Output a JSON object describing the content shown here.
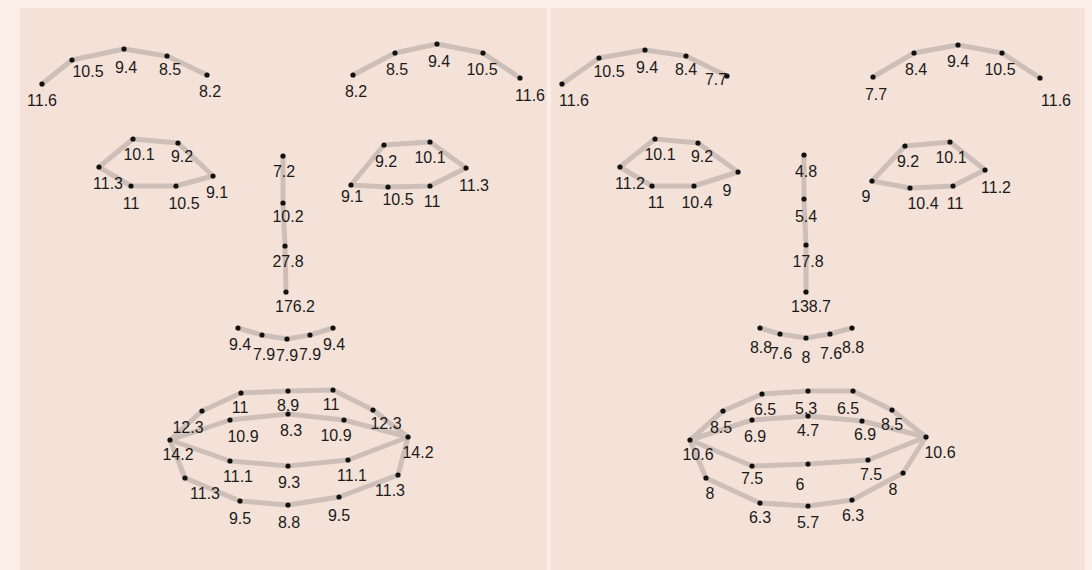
{
  "diagram": {
    "labels": [
      "11.6",
      "10.5",
      "9.4",
      "8.5",
      "8.2",
      "8.2",
      "8.5",
      "9.4",
      "10.5",
      "11.6",
      "11.3",
      "10.1",
      "9.2",
      "9.1",
      "10.5",
      "11",
      "9.1",
      "9.2",
      "10.1",
      "11.3",
      "11",
      "10.5",
      "7.2",
      "10.2",
      "27.8",
      "176.2",
      "9.4",
      "7.9",
      "7.9",
      "7.9",
      "9.4",
      "12.3",
      "11",
      "8.9",
      "11",
      "12.3",
      "10.9",
      "8.3",
      "10.9",
      "14.2",
      "14.2",
      "11.1",
      "9.3",
      "11.1",
      "11.3",
      "9.5",
      "8.8",
      "9.5",
      "11.3",
      "11.6",
      "10.5",
      "9.4",
      "8.4",
      "7.7",
      "7.7",
      "8.4",
      "9.4",
      "10.5",
      "11.6",
      "11.2",
      "10.1",
      "9.2",
      "9",
      "11",
      "10.4",
      "9",
      "9.2",
      "10.1",
      "11.2",
      "10.4",
      "11",
      "4.8",
      "5.4",
      "17.8",
      "138.7",
      "8.8",
      "7.6",
      "8",
      "7.6",
      "8.8",
      "8.5",
      "6.5",
      "5.3",
      "6.5",
      "8.5",
      "6.9",
      "4.7",
      "6.9",
      "10.6",
      "10.6",
      "7.5",
      "6",
      "7.5",
      "8",
      "6.3",
      "5.7",
      "6.3",
      "8"
    ]
  }
}
